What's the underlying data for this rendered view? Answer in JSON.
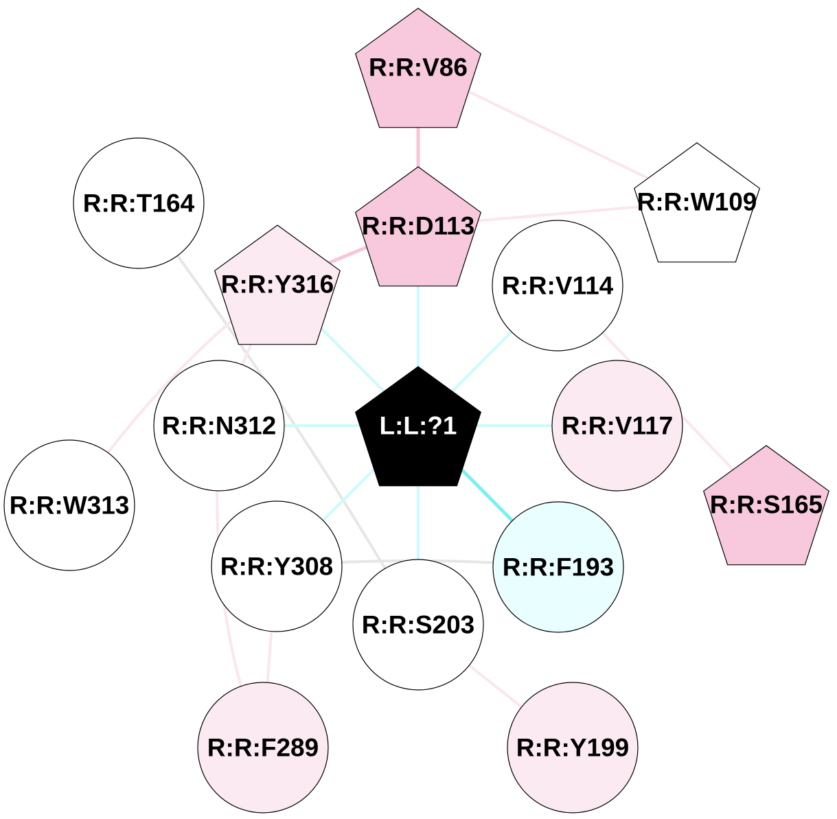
{
  "colors": {
    "pink_strong": "#f8c8dc",
    "pink_light": "#fbeaf1",
    "cyan_light": "#e9fefe",
    "white": "#ffffff",
    "black": "#000000",
    "edge_cyan": "#ccfbfb",
    "edge_cyan_strong": "#7af0f0",
    "edge_pink": "#fbe6ed",
    "edge_pink_strong": "#f6c5d8",
    "edge_gray": "#e6e6e6"
  },
  "nodes": [
    {
      "id": "V86",
      "label": "R:R:V86",
      "shape": "pentagon",
      "fill": "pink_strong"
    },
    {
      "id": "T164",
      "label": "R:R:T164",
      "shape": "circle",
      "fill": "white"
    },
    {
      "id": "D113",
      "label": "R:R:D113",
      "shape": "pentagon",
      "fill": "pink_strong"
    },
    {
      "id": "W109",
      "label": "R:R:W109",
      "shape": "pentagon",
      "fill": "white"
    },
    {
      "id": "Y316",
      "label": "R:R:Y316",
      "shape": "pentagon",
      "fill": "pink_light"
    },
    {
      "id": "V114",
      "label": "R:R:V114",
      "shape": "circle",
      "fill": "white"
    },
    {
      "id": "N312",
      "label": "R:R:N312",
      "shape": "circle",
      "fill": "white"
    },
    {
      "id": "L1",
      "label": "L:L:?1",
      "shape": "pentagon",
      "fill": "black",
      "text_color": "#ffffff"
    },
    {
      "id": "V117",
      "label": "R:R:V117",
      "shape": "circle",
      "fill": "pink_light"
    },
    {
      "id": "W313",
      "label": "R:R:W313",
      "shape": "circle",
      "fill": "white"
    },
    {
      "id": "S165",
      "label": "R:R:S165",
      "shape": "pentagon",
      "fill": "pink_strong"
    },
    {
      "id": "Y308",
      "label": "R:R:Y308",
      "shape": "circle",
      "fill": "white"
    },
    {
      "id": "F193",
      "label": "R:R:F193",
      "shape": "circle",
      "fill": "cyan_light"
    },
    {
      "id": "S203",
      "label": "R:R:S203",
      "shape": "circle",
      "fill": "white"
    },
    {
      "id": "F289",
      "label": "R:R:F289",
      "shape": "circle",
      "fill": "pink_light"
    },
    {
      "id": "Y199",
      "label": "R:R:Y199",
      "shape": "circle",
      "fill": "pink_light"
    }
  ],
  "edges": [
    {
      "from": "V86",
      "to": "D113",
      "color": "edge_pink_strong"
    },
    {
      "from": "V86",
      "to": "W109",
      "color": "edge_pink"
    },
    {
      "from": "D113",
      "to": "W109",
      "color": "edge_pink"
    },
    {
      "from": "D113",
      "to": "Y316",
      "color": "edge_pink_strong"
    },
    {
      "from": "D113",
      "to": "L1",
      "color": "edge_cyan"
    },
    {
      "from": "T164",
      "to": "S203",
      "color": "edge_gray"
    },
    {
      "from": "Y316",
      "to": "L1",
      "color": "edge_cyan"
    },
    {
      "from": "Y316",
      "to": "W313",
      "color": "edge_pink"
    },
    {
      "from": "Y316",
      "to": "N312",
      "color": "edge_pink"
    },
    {
      "from": "V114",
      "to": "L1",
      "color": "edge_cyan"
    },
    {
      "from": "V114",
      "to": "S165",
      "color": "edge_pink"
    },
    {
      "from": "N312",
      "to": "L1",
      "color": "edge_cyan"
    },
    {
      "from": "N312",
      "to": "F289",
      "color": "edge_pink"
    },
    {
      "from": "V117",
      "to": "L1",
      "color": "edge_cyan"
    },
    {
      "from": "Y308",
      "to": "L1",
      "color": "edge_cyan"
    },
    {
      "from": "Y308",
      "to": "F193",
      "color": "edge_gray"
    },
    {
      "from": "Y308",
      "to": "F289",
      "color": "edge_pink"
    },
    {
      "from": "F193",
      "to": "L1",
      "color": "edge_cyan_strong"
    },
    {
      "from": "S203",
      "to": "L1",
      "color": "edge_cyan"
    },
    {
      "from": "S203",
      "to": "Y199",
      "color": "edge_pink"
    }
  ]
}
